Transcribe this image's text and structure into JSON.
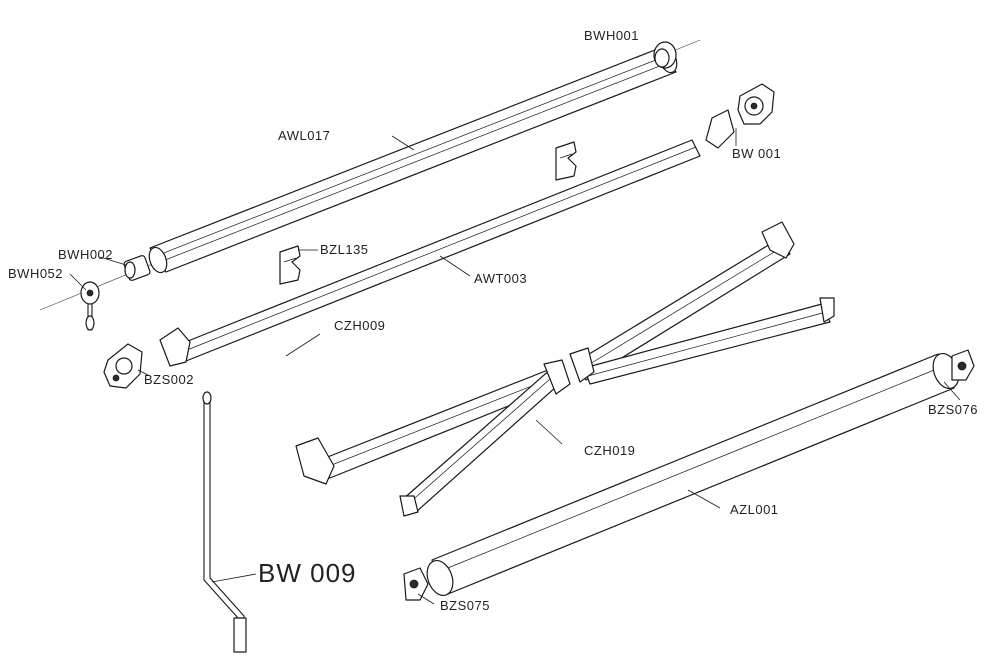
{
  "labels": {
    "bwh001_top": "BWH001",
    "awl017": "AWL017",
    "bw001": "BW 001",
    "bwh002": "BWH002",
    "bzl135": "BZL135",
    "awt003": "AWT003",
    "bwh052": "BWH052",
    "czh009": "CZH009",
    "bzs002": "BZS002",
    "bzs076": "BZS076",
    "czh019": "CZH019",
    "azl001": "AZL001",
    "bw009": "BW 009",
    "bzs075": "BZS075"
  }
}
